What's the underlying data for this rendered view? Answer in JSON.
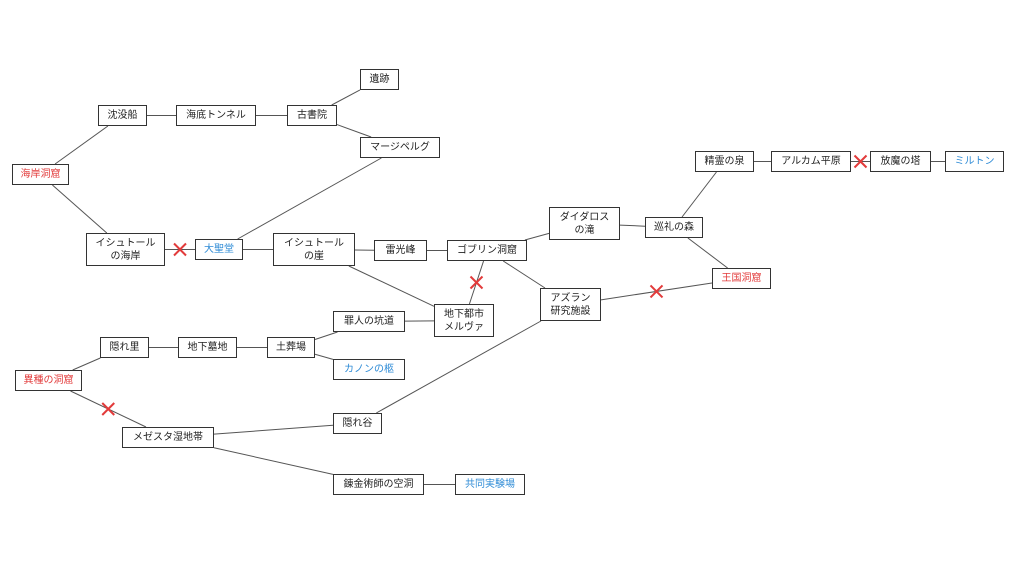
{
  "colors": {
    "edge": "#555555",
    "border": "#333333",
    "start": "#e23b3b",
    "key": "#2e8bd6",
    "block": "#e23b3b"
  },
  "nodes": [
    {
      "id": "kaigan-doukutsu",
      "lines": [
        "海岸洞窟"
      ],
      "kind": "start"
    },
    {
      "id": "chinbotsusen",
      "lines": [
        "沈没船"
      ],
      "kind": "normal"
    },
    {
      "id": "kaitei-tunnel",
      "lines": [
        "海底トンネル"
      ],
      "kind": "normal"
    },
    {
      "id": "koshoin",
      "lines": [
        "古書院"
      ],
      "kind": "normal"
    },
    {
      "id": "iseki",
      "lines": [
        "遺跡"
      ],
      "kind": "normal"
    },
    {
      "id": "mage-pelg",
      "lines": [
        "マージペルグ"
      ],
      "kind": "normal"
    },
    {
      "id": "ishtor-kaigan",
      "lines": [
        "イシュトール",
        "の海岸"
      ],
      "kind": "normal"
    },
    {
      "id": "daiseido",
      "lines": [
        "大聖堂"
      ],
      "kind": "key"
    },
    {
      "id": "ishtor-gake",
      "lines": [
        "イシュトール",
        "の崖"
      ],
      "kind": "normal"
    },
    {
      "id": "raikouhou",
      "lines": [
        "雷光峰"
      ],
      "kind": "normal"
    },
    {
      "id": "goblin-doukutsu",
      "lines": [
        "ゴブリン洞窟"
      ],
      "kind": "normal"
    },
    {
      "id": "daidalos-taki",
      "lines": [
        "ダイダロス",
        "の滝"
      ],
      "kind": "normal"
    },
    {
      "id": "junrei-mori",
      "lines": [
        "巡礼の森"
      ],
      "kind": "normal"
    },
    {
      "id": "seirei-izumi",
      "lines": [
        "精霊の泉"
      ],
      "kind": "normal"
    },
    {
      "id": "alcam-heigen",
      "lines": [
        "アルカム平原"
      ],
      "kind": "normal"
    },
    {
      "id": "houma-tou",
      "lines": [
        "放魔の塔"
      ],
      "kind": "normal"
    },
    {
      "id": "milton",
      "lines": [
        "ミルトン"
      ],
      "kind": "key"
    },
    {
      "id": "oukoku-doukutsu",
      "lines": [
        "王国洞窟"
      ],
      "kind": "start"
    },
    {
      "id": "azuran-kenkyu",
      "lines": [
        "アズラン",
        "研究施設"
      ],
      "kind": "normal"
    },
    {
      "id": "chika-toshi",
      "lines": [
        "地下都市",
        "メルヴァ"
      ],
      "kind": "normal"
    },
    {
      "id": "zainin-koudou",
      "lines": [
        "罪人の坑道"
      ],
      "kind": "normal"
    },
    {
      "id": "canon-hitsugi",
      "lines": [
        "カノンの柩"
      ],
      "kind": "key"
    },
    {
      "id": "kakurezato",
      "lines": [
        "隠れ里"
      ],
      "kind": "normal"
    },
    {
      "id": "chika-boshi",
      "lines": [
        "地下墓地"
      ],
      "kind": "normal"
    },
    {
      "id": "dosoujo",
      "lines": [
        "土葬場"
      ],
      "kind": "normal"
    },
    {
      "id": "ishu-doukutsu",
      "lines": [
        "異種の洞窟"
      ],
      "kind": "start"
    },
    {
      "id": "mezesta-shicchi",
      "lines": [
        "メゼスタ湿地帯"
      ],
      "kind": "normal"
    },
    {
      "id": "kakuredani",
      "lines": [
        "隠れ谷"
      ],
      "kind": "normal"
    },
    {
      "id": "renkin-kudou",
      "lines": [
        "錬金術師の空洞"
      ],
      "kind": "normal"
    },
    {
      "id": "kyoudou-jikken",
      "lines": [
        "共同実験場"
      ],
      "kind": "key"
    }
  ],
  "edges": [
    {
      "from": "kaigan-doukutsu",
      "to": "chinbotsusen"
    },
    {
      "from": "kaigan-doukutsu",
      "to": "ishtor-kaigan"
    },
    {
      "from": "chinbotsusen",
      "to": "kaitei-tunnel"
    },
    {
      "from": "kaitei-tunnel",
      "to": "koshoin"
    },
    {
      "from": "koshoin",
      "to": "iseki"
    },
    {
      "from": "koshoin",
      "to": "mage-pelg"
    },
    {
      "from": "mage-pelg",
      "to": "daiseido"
    },
    {
      "from": "ishtor-kaigan",
      "to": "daiseido",
      "blocked": true
    },
    {
      "from": "daiseido",
      "to": "ishtor-gake"
    },
    {
      "from": "ishtor-gake",
      "to": "raikouhou"
    },
    {
      "from": "ishtor-gake",
      "to": "chika-toshi"
    },
    {
      "from": "raikouhou",
      "to": "goblin-doukutsu"
    },
    {
      "from": "goblin-doukutsu",
      "to": "daidalos-taki"
    },
    {
      "from": "goblin-doukutsu",
      "to": "chika-toshi",
      "blocked": true
    },
    {
      "from": "goblin-doukutsu",
      "to": "azuran-kenkyu"
    },
    {
      "from": "daidalos-taki",
      "to": "junrei-mori"
    },
    {
      "from": "junrei-mori",
      "to": "seirei-izumi"
    },
    {
      "from": "junrei-mori",
      "to": "oukoku-doukutsu"
    },
    {
      "from": "seirei-izumi",
      "to": "alcam-heigen"
    },
    {
      "from": "alcam-heigen",
      "to": "houma-tou",
      "blocked": true
    },
    {
      "from": "houma-tou",
      "to": "milton"
    },
    {
      "from": "azuran-kenkyu",
      "to": "oukoku-doukutsu",
      "blocked": true
    },
    {
      "from": "azuran-kenkyu",
      "to": "kakuredani"
    },
    {
      "from": "zainin-koudou",
      "to": "chika-toshi"
    },
    {
      "from": "ishu-doukutsu",
      "to": "kakurezato"
    },
    {
      "from": "ishu-doukutsu",
      "to": "mezesta-shicchi",
      "blocked": true
    },
    {
      "from": "kakurezato",
      "to": "chika-boshi"
    },
    {
      "from": "chika-boshi",
      "to": "dosoujo"
    },
    {
      "from": "dosoujo",
      "to": "zainin-koudou"
    },
    {
      "from": "dosoujo",
      "to": "canon-hitsugi"
    },
    {
      "from": "mezesta-shicchi",
      "to": "kakuredani"
    },
    {
      "from": "mezesta-shicchi",
      "to": "renkin-kudou"
    },
    {
      "from": "renkin-kudou",
      "to": "kyoudou-jikken"
    }
  ]
}
